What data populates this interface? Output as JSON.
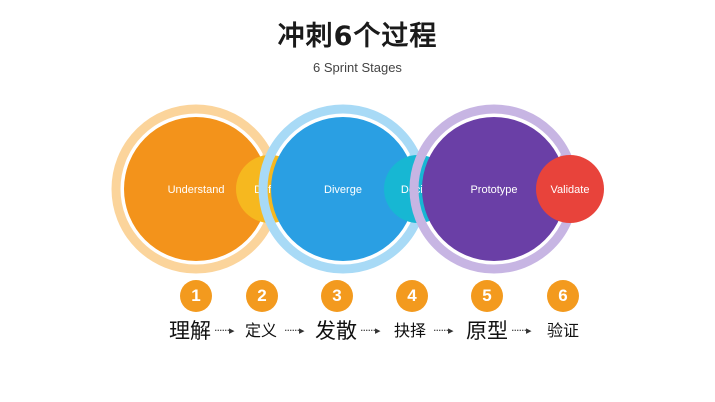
{
  "title": "冲刺6个过程",
  "subtitle": "6 Sprint Stages",
  "stages": [
    {
      "big_label": "Understand",
      "big_color": "#f3931b",
      "ring_color": "#fbd49b",
      "small_label": "Define",
      "small_color": "#f6b81f"
    },
    {
      "big_label": "Diverge",
      "big_color": "#2a9fe3",
      "ring_color": "#a8daf6",
      "small_label": "Decide",
      "small_color": "#17b7d3"
    },
    {
      "big_label": "Prototype",
      "big_color": "#6a3fa6",
      "ring_color": "#c7b5e3",
      "small_label": "Validate",
      "small_color": "#e8433b"
    }
  ],
  "steps": [
    {
      "number": "1",
      "label": "理解"
    },
    {
      "number": "2",
      "label": "定义"
    },
    {
      "number": "3",
      "label": "发散"
    },
    {
      "number": "4",
      "label": "抉择"
    },
    {
      "number": "5",
      "label": "原型"
    },
    {
      "number": "6",
      "label": "验证"
    }
  ],
  "arrow_text": "······▸",
  "badge_color": "#f39a1e"
}
